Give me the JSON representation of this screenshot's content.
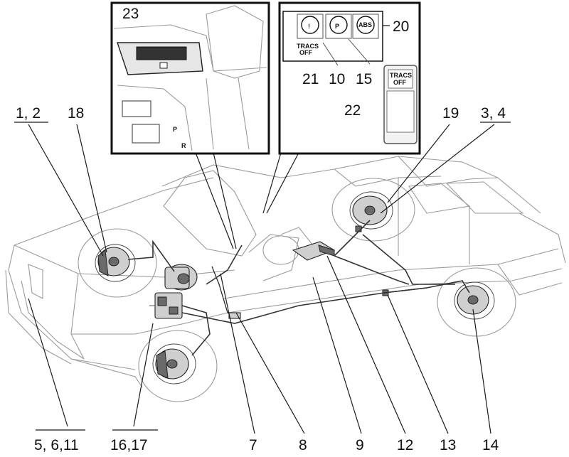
{
  "labels": {
    "l1_2": "1, 2",
    "l18": "18",
    "l19": "19",
    "l3_4": "3, 4",
    "l5_6_11": "5, 6,11",
    "l16_17": "16,17",
    "l7": "7",
    "l8": "8",
    "l9": "9",
    "l12": "12",
    "l13": "13",
    "l14": "14",
    "l23": "23",
    "l20": "20",
    "l21": "21",
    "l10": "10",
    "l15": "15",
    "l22": "22"
  },
  "panel": {
    "tracs_small": [
      "TRACS",
      "OFF"
    ],
    "tracs_switch": [
      "TRACS",
      "OFF"
    ],
    "lamp_warning": "!",
    "lamp_parking": "P",
    "lamp_abs": "ABS"
  },
  "console": {
    "gear_p": "P",
    "gear_r": "R"
  },
  "icons": {
    "warning_lamp": "warning-lamp-icon",
    "parking_lamp": "parking-brake-lamp-icon",
    "abs_lamp": "abs-lamp-icon"
  }
}
